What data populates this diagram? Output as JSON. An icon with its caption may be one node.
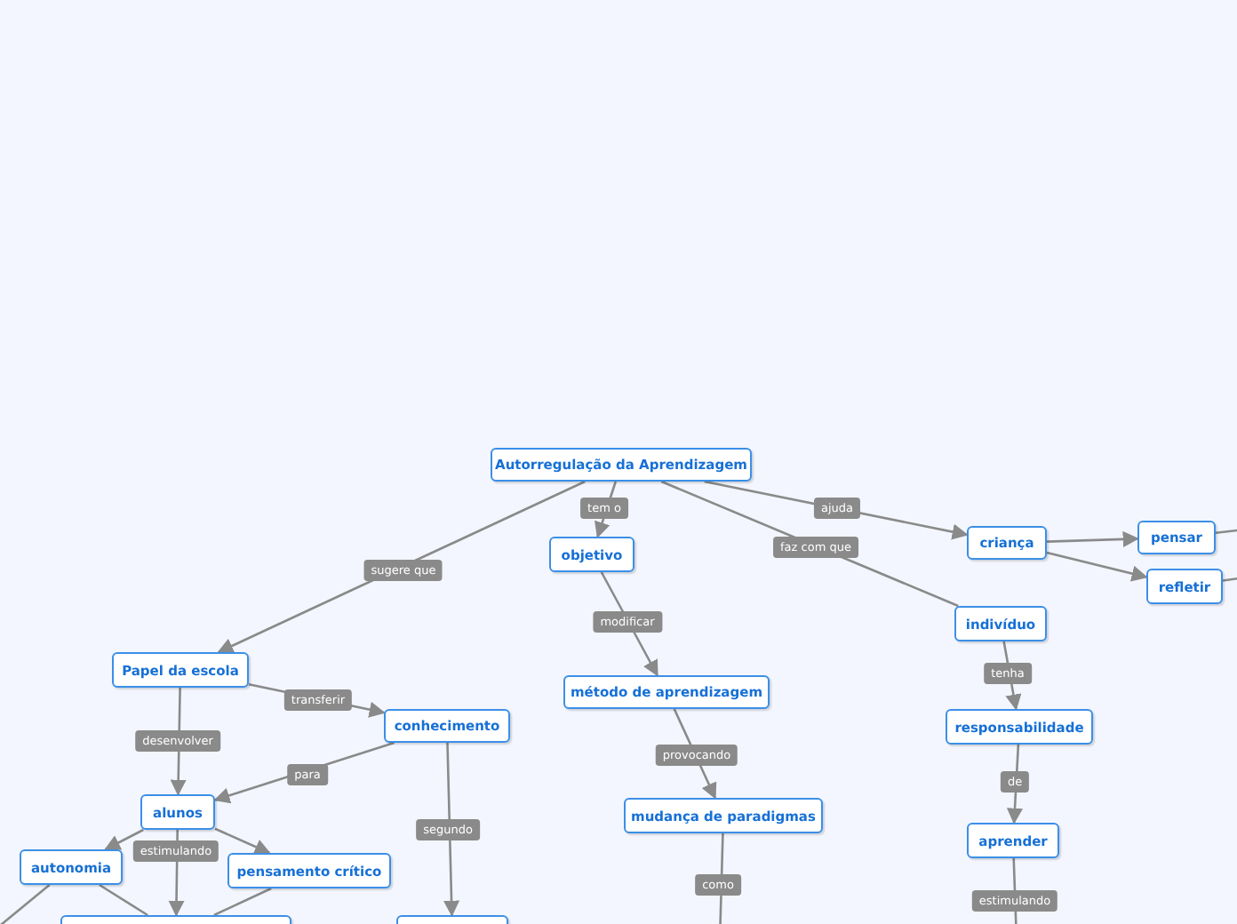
{
  "diagram": {
    "nodes": [
      {
        "text": [
          "Autorregulação da Aprendizagem"
        ]
      },
      {
        "text": [
          "objetivo"
        ]
      },
      {
        "text": [
          "método de aprendizagem"
        ]
      },
      {
        "text": [
          "mudança de paradigmas"
        ]
      },
      {
        "text": [
          "criança"
        ]
      },
      {
        "text": [
          "pensar"
        ]
      },
      {
        "text": [
          "refletir"
        ]
      },
      {
        "text": [
          "indivíduo"
        ]
      },
      {
        "text": [
          "responsabilidade"
        ]
      },
      {
        "text": [
          "aprender"
        ]
      },
      {
        "text": [
          "Papel da escola"
        ]
      },
      {
        "text": [
          "conhecimento"
        ]
      },
      {
        "text": [
          "alunos"
        ]
      },
      {
        "text": [
          "autonomia"
        ]
      },
      {
        "text": [
          "pensamento crítico"
        ]
      },
      {
        "text": [],
        "shape": "box"
      },
      {
        "text": [],
        "shape": "box"
      }
    ],
    "edges": [
      {
        "from": 0,
        "to": 1,
        "label": "tem o",
        "arrow": "to"
      },
      {
        "from": 0,
        "to": 10,
        "label": "sugere que",
        "arrow": "to"
      },
      {
        "from": 0,
        "to": 4,
        "label": "ajuda",
        "arrow": "to"
      },
      {
        "from": 0,
        "to": 7,
        "label": "faz com que",
        "arrow": "none"
      },
      {
        "from": 1,
        "to": 2,
        "label": "modificar",
        "arrow": "to"
      },
      {
        "from": 2,
        "to": 3,
        "label": "provocando",
        "arrow": "to"
      },
      {
        "from": 3,
        "to": null,
        "label": "como",
        "arrow": "none"
      },
      {
        "from": 4,
        "to": 5,
        "arrow": "to"
      },
      {
        "from": 4,
        "to": 6,
        "arrow": "to"
      },
      {
        "from": 5,
        "to": null,
        "arrow": "none"
      },
      {
        "from": 6,
        "to": null,
        "arrow": "none"
      },
      {
        "from": 7,
        "to": 8,
        "label": "tenha",
        "arrow": "to"
      },
      {
        "from": 8,
        "to": 9,
        "label": "de",
        "arrow": "to"
      },
      {
        "from": 9,
        "to": null,
        "label": "estimulando",
        "arrow": "none"
      },
      {
        "from": 10,
        "to": 11,
        "label": "transferir",
        "arrow": "to"
      },
      {
        "from": 10,
        "to": 12,
        "label": "desenvolver",
        "arrow": "to"
      },
      {
        "from": 11,
        "to": 12,
        "label": "para",
        "arrow": "to"
      },
      {
        "from": 11,
        "to": 16,
        "label": "segundo",
        "arrow": "to"
      },
      {
        "from": 12,
        "to": 13,
        "arrow": "to"
      },
      {
        "from": 12,
        "to": 14,
        "arrow": "to"
      },
      {
        "from": 12,
        "to": 15,
        "label": "estimulando",
        "arrow": "to"
      },
      {
        "from": 13,
        "to": 15,
        "arrow": "none"
      },
      {
        "from": 13,
        "to": null,
        "arrow": "none"
      },
      {
        "from": 14,
        "to": 15,
        "arrow": "none"
      }
    ]
  }
}
